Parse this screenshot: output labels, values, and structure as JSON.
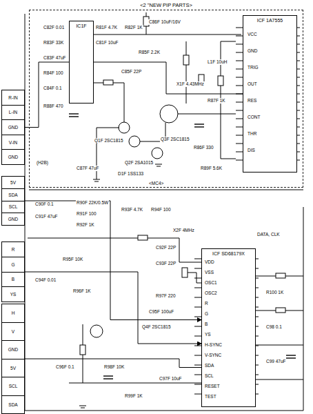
{
  "diagram": {
    "nodes": [
      {
        "text": [
          "<2 \"NEW PIP PARTS>"
        ]
      },
      {
        "text": [
          "IC1F"
        ],
        "in": 0
      },
      {
        "text": [
          "ICF 1A7555"
        ],
        "in": 0
      },
      {
        "text": [
          "R-IN",
          "L-IN",
          "GND",
          "V-IN",
          "GND"
        ]
      },
      {
        "text": [
          "5V",
          "SDA",
          "SCL",
          "GND"
        ]
      },
      {
        "text": [
          "R",
          "G",
          "B",
          "YS"
        ]
      },
      {
        "text": [
          "H",
          "V",
          "GND",
          "5V",
          "SCL",
          "SDA"
        ]
      },
      {
        "text": [
          "ICF SD68179X"
        ]
      }
    ],
    "edges": [
      {
        "from": 3,
        "to": 1,
        "arrow": "none"
      },
      {
        "from": 1,
        "to": 2,
        "arrow": "none"
      },
      {
        "from": 4,
        "to": 7,
        "arrow": "to"
      },
      {
        "from": 5,
        "to": 7,
        "arrow": "to"
      },
      {
        "from": 6,
        "to": 7,
        "arrow": "none"
      }
    ],
    "labels": [
      "R81F 4.7K",
      "C81F 10uF",
      "R82F 1K",
      "C82F 0.01",
      "R83F 33K",
      "C83F 47uF",
      "R84F 100",
      "C84F 0.1",
      "R85F 2.2K",
      "C85F 22P",
      "Q1F 2SC1815",
      "Q2F 2SA1015",
      "Q3F 2SC1815",
      "X1F 4.43MHz",
      "R86F 330",
      "C86F 10uF/16V",
      "L1F 10uH",
      "R87F 1K",
      "C87F 47uF",
      "R88F 470",
      "D1F 1SS133",
      "R89F 5.6K",
      "(H2B)",
      "<MC4>",
      "VCC",
      "GND",
      "TRIG",
      "OUT",
      "RES",
      "CONT",
      "THR",
      "DIS",
      "R90F 22K/0.5W",
      "R91F 100",
      "R92F 1K",
      "C90F 0.1",
      "C91F 47uF",
      "R93F 4.7K",
      "R94F 100",
      "C92F 22P",
      "C93F 22P",
      "X2F 4MHz",
      "Q4F 2SC1815",
      "R95F 10K",
      "C94F 0.01",
      "R96F 1K",
      "C95F 100uF",
      "R97F 220",
      "C96F 0.1",
      "R98F 10K",
      "C97F 10uF",
      "R99F 1K",
      "DATA, CLK",
      "VDD",
      "VSS",
      "OSC1",
      "OSC2",
      "R",
      "G",
      "B",
      "YS",
      "H-SYNC",
      "V-SYNC",
      "SDA",
      "SCL",
      "RESET",
      "TEST",
      "R100 1K",
      "C98 0.1",
      "C99 47uF"
    ]
  }
}
